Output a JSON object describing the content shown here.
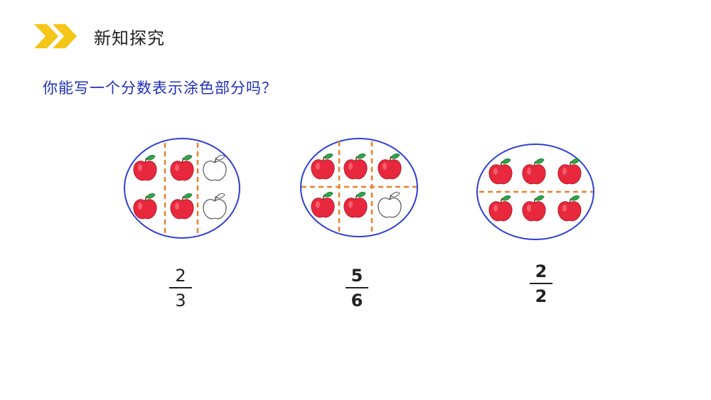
{
  "header": {
    "title": "新知探究",
    "accent": "#f5c518"
  },
  "question": "你能写一个分数表示涂色部分吗？",
  "colors": {
    "ellipse": "#2e3fd6",
    "divider": "#e8822a",
    "apple_red": "#e8283c",
    "leaf": "#2ea84a"
  },
  "groups": [
    {
      "apples": [
        [
          "red",
          "red",
          "white"
        ],
        [
          "red",
          "red",
          "white"
        ]
      ],
      "divider": "vertical-2",
      "fraction": {
        "numerator": "2",
        "denominator": "3"
      }
    },
    {
      "apples": [
        [
          "red",
          "red",
          "red"
        ],
        [
          "red",
          "red",
          "white"
        ]
      ],
      "divider": "grid-3x2",
      "fraction": {
        "numerator": "5",
        "denominator": "6"
      }
    },
    {
      "apples": [
        [
          "red",
          "red",
          "red"
        ],
        [
          "red",
          "red",
          "red"
        ]
      ],
      "divider": "horizontal",
      "fraction": {
        "numerator": "2",
        "denominator": "2"
      }
    }
  ]
}
